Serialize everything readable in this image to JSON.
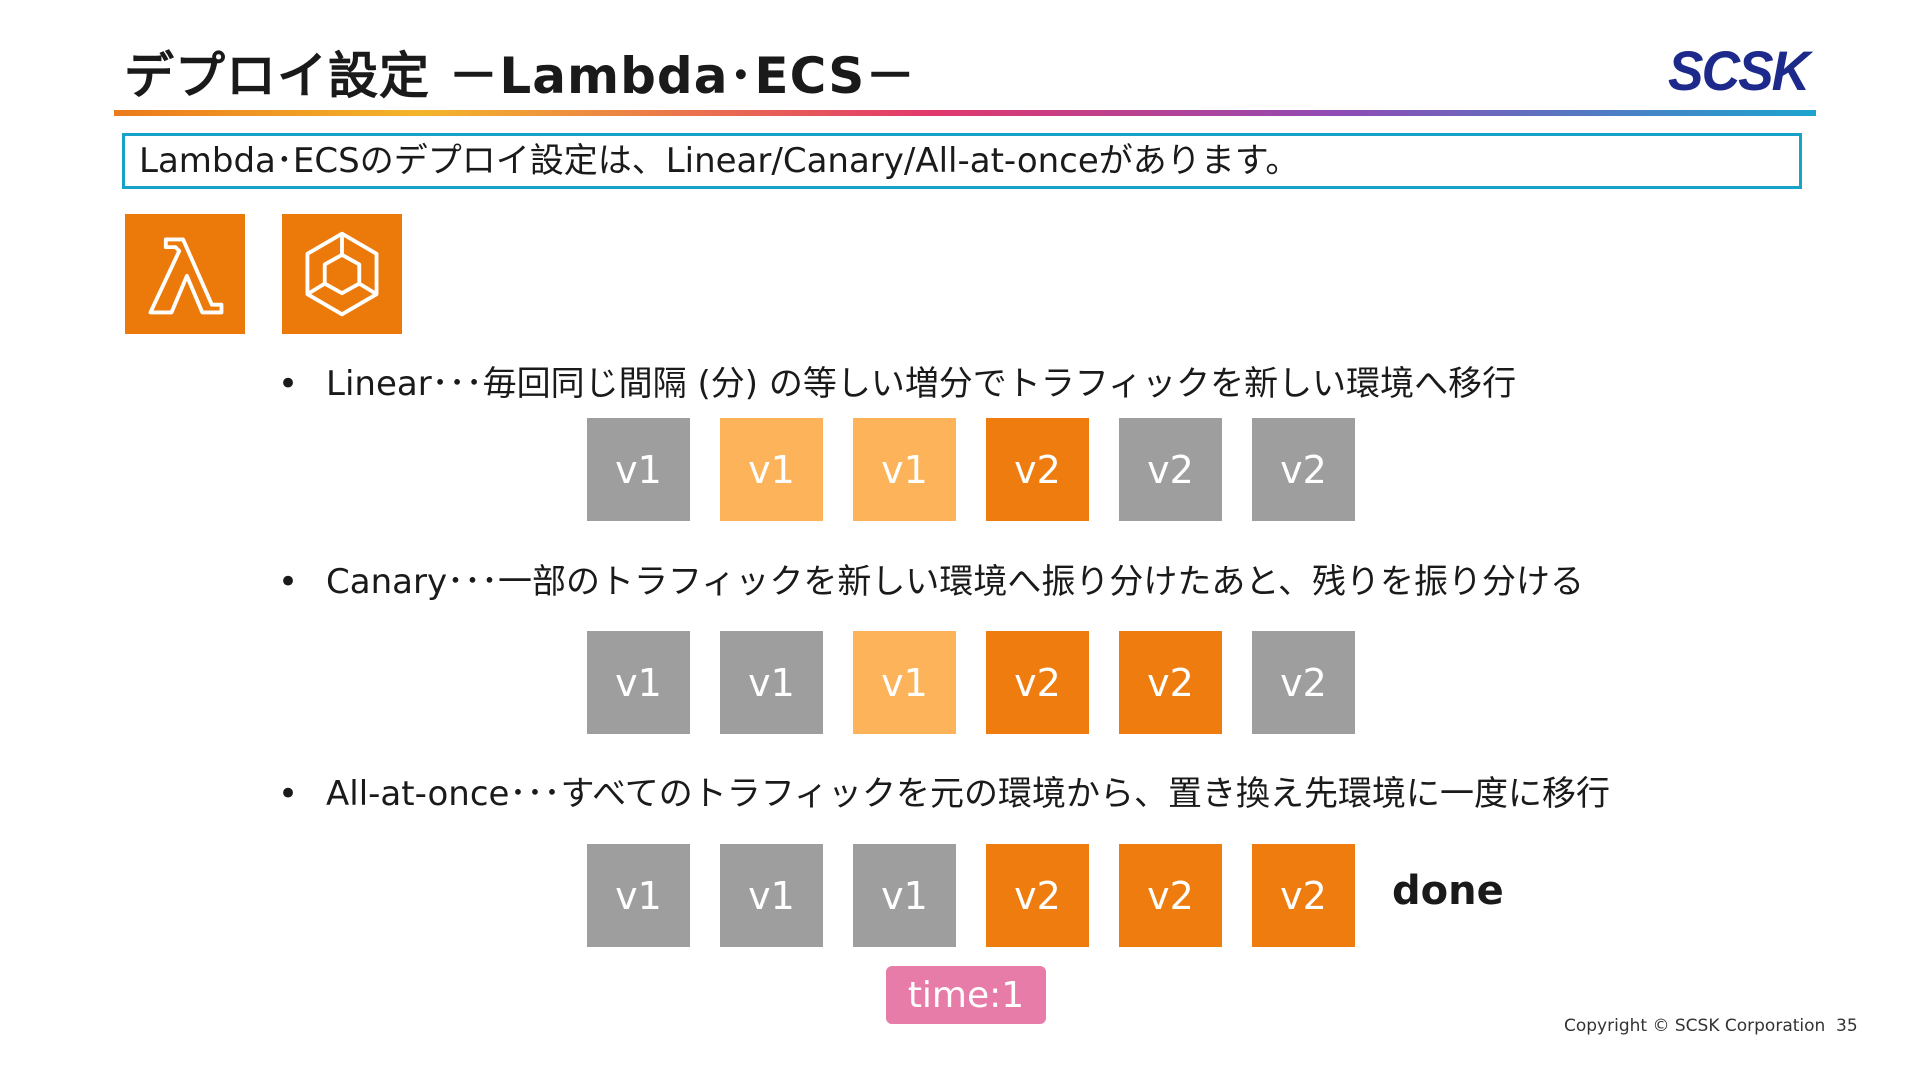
{
  "header": {
    "title": "デプロイ設定 －Lambda･ECS－",
    "logo": "SCSK"
  },
  "summary": "Lambda･ECSのデプロイ設定は、Linear/Canary/All-at-onceがあります。",
  "icons": [
    "lambda-icon",
    "ecs-icon"
  ],
  "bullets": [
    {
      "text": "Linear･･･毎回同じ間隔 (分) の等しい増分でトラフィックを新しい環境へ移行",
      "boxes": [
        "v1",
        "v1",
        "v1",
        "v2",
        "v2",
        "v2"
      ],
      "states": [
        "gray",
        "light",
        "light",
        "orange",
        "gray",
        "gray"
      ]
    },
    {
      "text": "Canary･･･一部のトラフィックを新しい環境へ振り分けたあと、残りを振り分ける",
      "boxes": [
        "v1",
        "v1",
        "v1",
        "v2",
        "v2",
        "v2"
      ],
      "states": [
        "gray",
        "gray",
        "light",
        "orange",
        "orange",
        "gray"
      ]
    },
    {
      "text": "All-at-once･･･すべてのトラフィックを元の環境から、置き換え先環境に一度に移行",
      "boxes": [
        "v1",
        "v1",
        "v1",
        "v2",
        "v2",
        "v2"
      ],
      "states": [
        "gray",
        "gray",
        "gray",
        "orange",
        "orange",
        "orange"
      ]
    }
  ],
  "done_label": "done",
  "time_badge": "time:1",
  "footer": {
    "copyright": "Copyright © SCSK Corporation",
    "page": "35"
  },
  "colors": {
    "accent_orange": "#ee7c0e",
    "light_orange": "#fdb35a",
    "gray": "#9e9e9e",
    "frame_blue": "#17a3c8",
    "logo_navy": "#1d2a8c",
    "badge_pink": "#e87ca8"
  }
}
